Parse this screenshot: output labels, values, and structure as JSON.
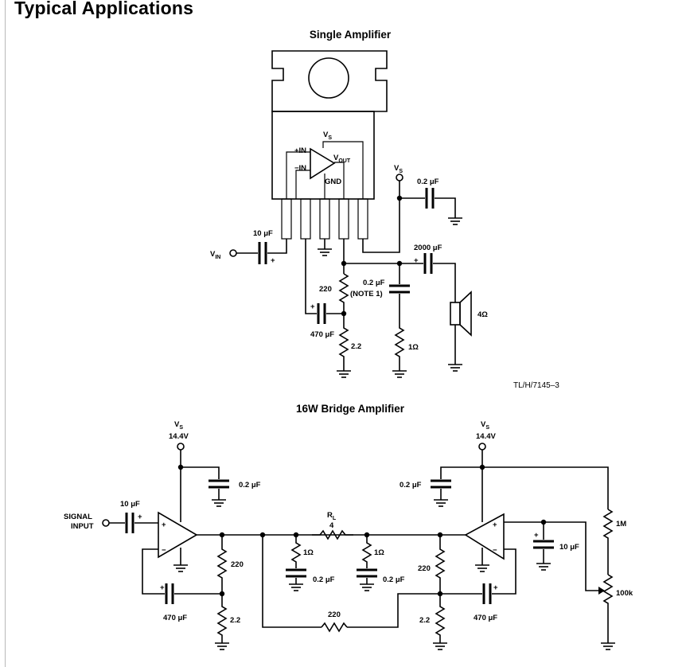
{
  "page_title": "Typical Applications",
  "single_amplifier": {
    "title": "Single Amplifier",
    "pins": {
      "plus_in": "+IN",
      "minus_in": "−IN",
      "vout_main": "V",
      "vout_sub": "OUT",
      "gnd": "GND",
      "vs_main": "V",
      "vs_sub": "S"
    },
    "vs_main": "V",
    "vs_sub": "S",
    "vin_main": "V",
    "vin_sub": "IN",
    "c_input": "10 μF",
    "c_bypass": "0.2 μF",
    "c_output": "2000 μF",
    "c_snubber": "0.2 μF",
    "note": "(NOTE 1)",
    "r_feedback": "220",
    "c_feedback": "470 μF",
    "r_gain": "2.2",
    "r_snubber": "1Ω",
    "speaker": "4Ω",
    "plus_sign": "+",
    "ref": "TL/H/7145–3"
  },
  "bridge_amplifier": {
    "title": "16W Bridge Amplifier",
    "vs_main": "V",
    "vs_sub": "S",
    "vs_value": "14.4V",
    "signal_input_1": "SIGNAL",
    "signal_input_2": "INPUT",
    "c_input": "10 μF",
    "c_bypass_left": "0.2 μF",
    "c_bypass_right": "0.2 μF",
    "rl_main": "R",
    "rl_sub": "L",
    "rl_value": "4",
    "r_snub_left": "1Ω",
    "r_snub_right": "1Ω",
    "c_snub_left": "0.2 μF",
    "c_snub_right": "0.2 μF",
    "r_fb_left": "220",
    "r_fb_right": "220",
    "r_cross": "220",
    "r_gain_left": "2.2",
    "r_gain_right": "2.2",
    "c_fb_left": "470 μF",
    "c_fb_right": "470 μF",
    "c_right_in": "10 μF",
    "r_bias": "1M",
    "pot": "100k",
    "plus_sign": "+"
  }
}
